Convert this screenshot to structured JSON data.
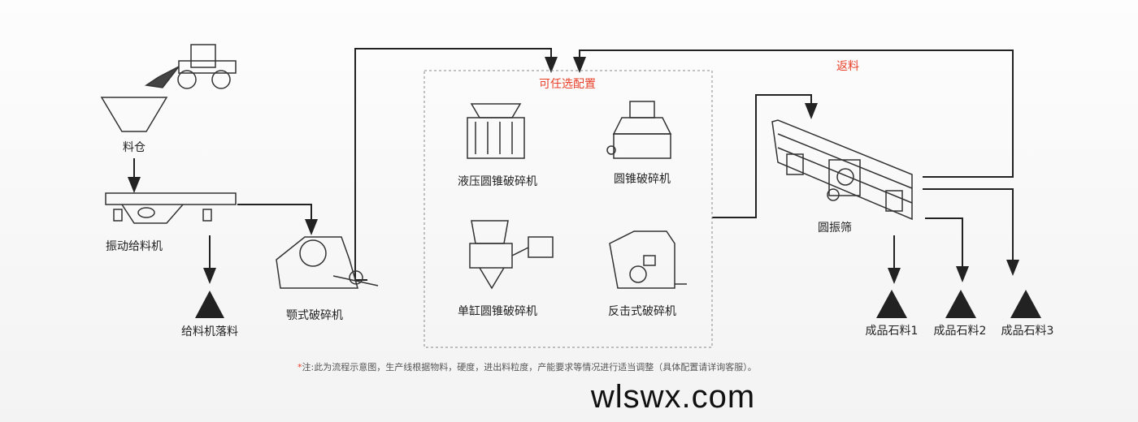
{
  "labels": {
    "hopper": "料仓",
    "feeder": "振动给料机",
    "feeder_drop": "给料机落料",
    "jaw_crusher": "颚式破碎机",
    "optional": "可任选配置",
    "hydraulic_cone": "液压圆锥破碎机",
    "cone": "圆锥破碎机",
    "single_cylinder_cone": "单缸圆锥破碎机",
    "impact": "反击式破碎机",
    "return": "返料",
    "screen": "圆振筛",
    "product1": "成品石料1",
    "product2": "成品石料2",
    "product3": "成品石料3"
  },
  "note": {
    "star": "*",
    "text": "注:此为流程示意图，生产线根据物料，硬度，进出料粒度，产能要求等情况进行适当调整（具体配置请详询客服）。"
  },
  "watermark": "wlswx.com",
  "colors": {
    "accent": "#e8402a",
    "line": "#222222"
  }
}
